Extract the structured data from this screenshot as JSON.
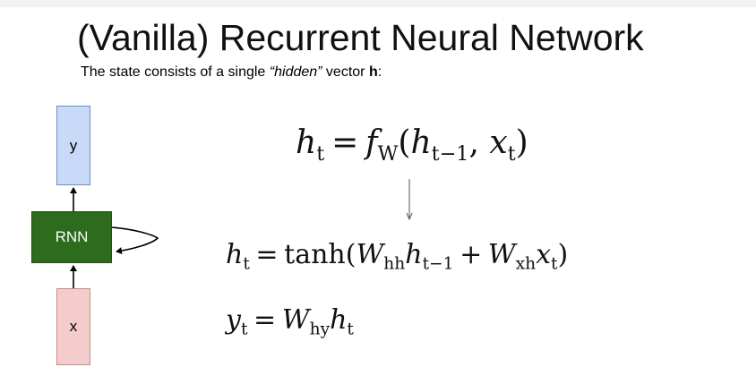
{
  "slide": {
    "title": "(Vanilla) Recurrent Neural Network",
    "subtitle": {
      "prefix": "The state consists of a single ",
      "italic": "“hidden”",
      "middle": " vector ",
      "bold": "h",
      "suffix": ":"
    }
  },
  "diagram": {
    "output_label": "y",
    "cell_label": "RNN",
    "input_label": "x",
    "colors": {
      "output_fill": "#c9daf8",
      "cell_fill": "#2d6b1d",
      "input_fill": "#f4cccc"
    }
  },
  "equations": {
    "recurrence": {
      "lhs": "h",
      "lhs_sub": "t",
      "func": "f",
      "func_sub": "W",
      "arg1": "h",
      "arg1_sub": "t−1",
      "arg2": "x",
      "arg2_sub": "t"
    },
    "hidden_update": {
      "lhs": "h",
      "lhs_sub": "t",
      "fn": "tanh",
      "w1": "W",
      "w1_sub": "hh",
      "v1": "h",
      "v1_sub": "t−1",
      "w2": "W",
      "w2_sub": "xh",
      "v2": "x",
      "v2_sub": "t"
    },
    "output": {
      "lhs": "y",
      "lhs_sub": "t",
      "w": "W",
      "w_sub": "hy",
      "v": "h",
      "v_sub": "t"
    }
  }
}
